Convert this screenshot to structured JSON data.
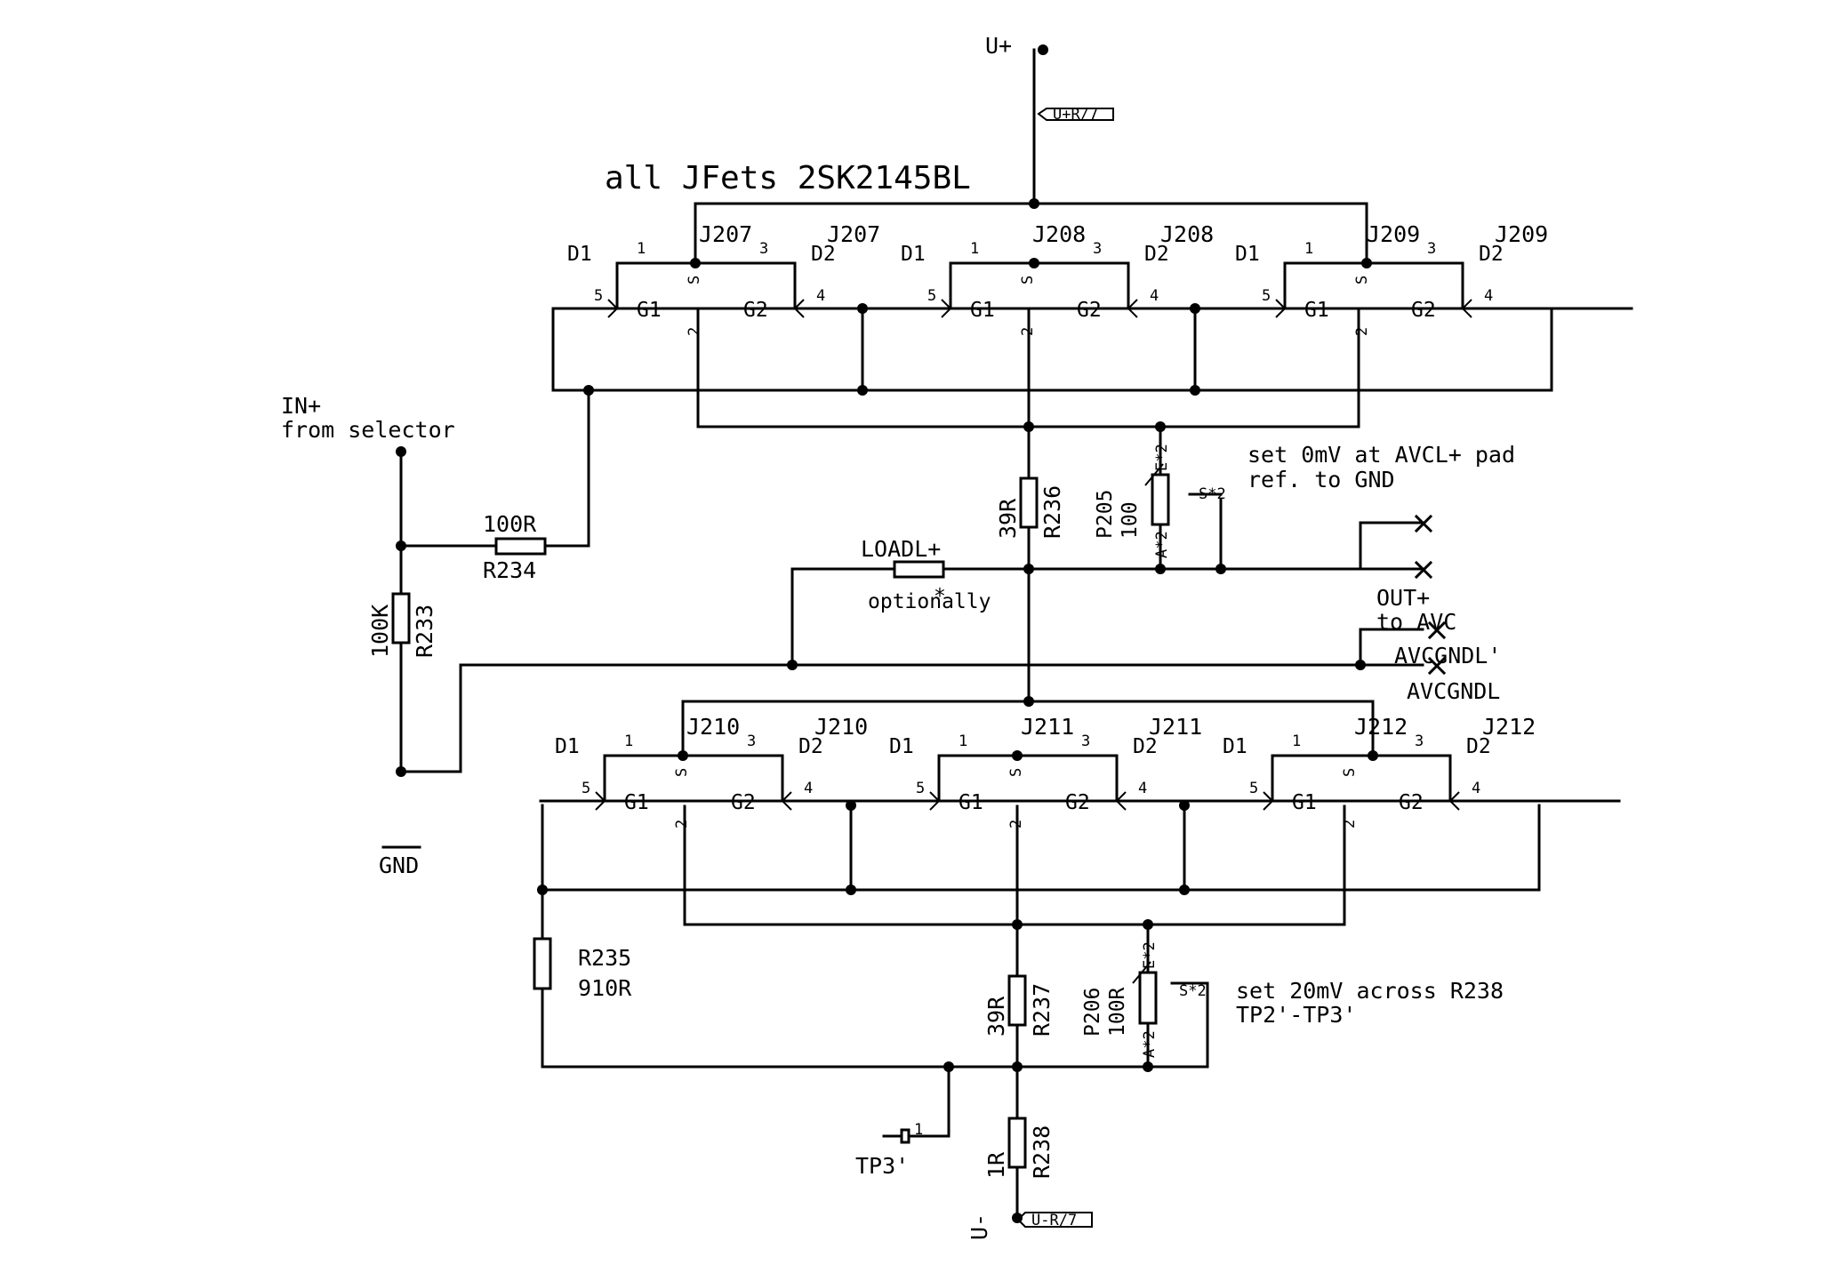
{
  "supply": {
    "pos": "U+",
    "pos_tag": "U+R/7",
    "neg": "U-",
    "neg_tag": "U-R/7",
    "gnd": "GND"
  },
  "note_jfets": "all JFets 2SK2145BL",
  "input": {
    "line1": "IN+",
    "line2": "from selector"
  },
  "resistors": {
    "r234": {
      "name": "R234",
      "value": "100R"
    },
    "r233": {
      "name": "R233",
      "value": "100K"
    },
    "r236": {
      "name": "R236",
      "value": "39R"
    },
    "r235": {
      "name": "R235",
      "value": "910R"
    },
    "r237": {
      "name": "R237",
      "value": "39R"
    },
    "r238": {
      "name": "R238",
      "value": "1R"
    },
    "loadl": {
      "name": "LOADL+",
      "note": "optionally"
    }
  },
  "pots": {
    "p205": {
      "name": "P205",
      "value": "100",
      "e": "E*2",
      "s": "S*2",
      "a": "A*2"
    },
    "p206": {
      "name": "P206",
      "value": "100R",
      "e": "E*2",
      "s": "S*2",
      "a": "A*2"
    }
  },
  "notes": {
    "p205_line1": "set 0mV at AVCL+ pad",
    "p205_line2": "ref. to GND",
    "p206_line1": "set 20mV across R238",
    "p206_line2": "TP2'-TP3'"
  },
  "connectors": {
    "out_line1": "OUT+",
    "out_line2": "to AVC",
    "avcgndl_p": "AVCGNDL'",
    "avcgndl": "AVCGNDL"
  },
  "testpoint": {
    "name": "TP3'",
    "pin": "1"
  },
  "pins": {
    "d1": "D1",
    "d2": "D2",
    "g1": "G1",
    "g2": "G2",
    "s": "S",
    "p1": "1",
    "p2": "2",
    "p3": "3",
    "p4": "4",
    "p5": "5"
  },
  "jfets": [
    {
      "ref": "J207"
    },
    {
      "ref": "J208"
    },
    {
      "ref": "J209"
    },
    {
      "ref": "J210"
    },
    {
      "ref": "J211"
    },
    {
      "ref": "J212"
    }
  ]
}
